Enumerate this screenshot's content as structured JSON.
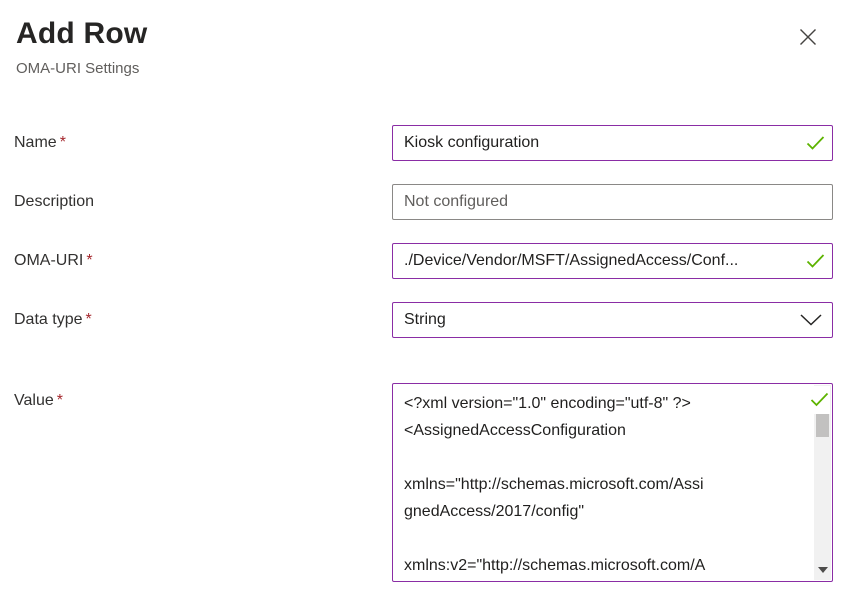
{
  "header": {
    "title": "Add Row",
    "subtitle": "OMA-URI Settings"
  },
  "required_marker": "*",
  "form": {
    "name": {
      "label": "Name",
      "required": true,
      "value": "Kiosk configuration",
      "valid": true
    },
    "description": {
      "label": "Description",
      "required": false,
      "placeholder": "Not configured"
    },
    "oma_uri": {
      "label": "OMA-URI",
      "required": true,
      "value": "./Device/Vendor/MSFT/AssignedAccess/Conf...",
      "valid": true
    },
    "data_type": {
      "label": "Data type",
      "required": true,
      "selected": "String"
    },
    "value": {
      "label": "Value",
      "required": true,
      "valid": true,
      "text": "<?xml version=\"1.0\" encoding=\"utf-8\" ?>\n<AssignedAccessConfiguration\n\nxmlns=\"http://schemas.microsoft.com/Assi\ngnedAccess/2017/config\"\n\nxmlns:v2=\"http://schemas.microsoft.com/A"
    }
  },
  "icons": {
    "close": "✕",
    "valid_check": "✓",
    "chevron_down": "⌄",
    "scroll_down_arrow": "▾"
  },
  "colors": {
    "accent_purple": "#8a2da5",
    "valid_green": "#5db300",
    "required_red": "#a4262c",
    "border_gray": "#8a8886",
    "label_text": "#323130",
    "input_text": "#201f1e",
    "placeholder_gray": "#605e5c",
    "scroll_track": "#f1f1f1",
    "scroll_thumb": "#c2c1c0"
  }
}
